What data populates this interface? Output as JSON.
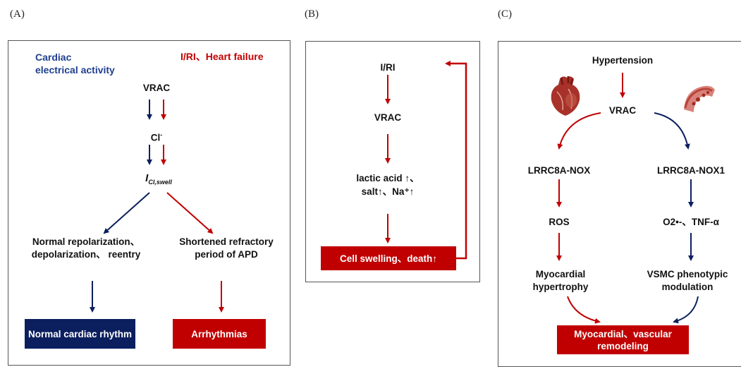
{
  "panel_labels": {
    "a": "(A)",
    "b": "(B)",
    "c": "(C)"
  },
  "panel_a": {
    "legend_left": "Cardiac electrical activity",
    "legend_right": "I/RI、Heart failure",
    "vrac": "VRAC",
    "cl": "Cl",
    "cl_sup": "-",
    "icl": "I",
    "icl_sub": "Cl,swell",
    "left_branch": "Normal repolarization、 depolarization、 reentry",
    "right_branch": "Shortened refractory period of APD",
    "left_box": "Normal cardiac rhythm",
    "right_box": "Arrhythmias"
  },
  "panel_b": {
    "iri": "I/RI",
    "vrac": "VRAC",
    "lactic": "lactic acid ↑、",
    "salt": "salt↑、Na⁺↑",
    "box": "Cell swelling、death↑"
  },
  "panel_c": {
    "top": "Hypertension",
    "vrac": "VRAC",
    "left_1": "LRRC8A-NOX",
    "right_1": "LRRC8A-NOX1",
    "left_2": "ROS",
    "right_2": "O2•-、TNF-α",
    "left_3": "Myocardial hypertrophy",
    "right_3": "VSMC phenotypic modulation",
    "box": "Myocardial、vascular remodeling",
    "left_icon": "heart-icon",
    "right_icon": "blood-vessel-icon"
  },
  "colors": {
    "red": "#c00000",
    "navy": "#0b1f5e",
    "blue_text": "#1f3f8f"
  }
}
